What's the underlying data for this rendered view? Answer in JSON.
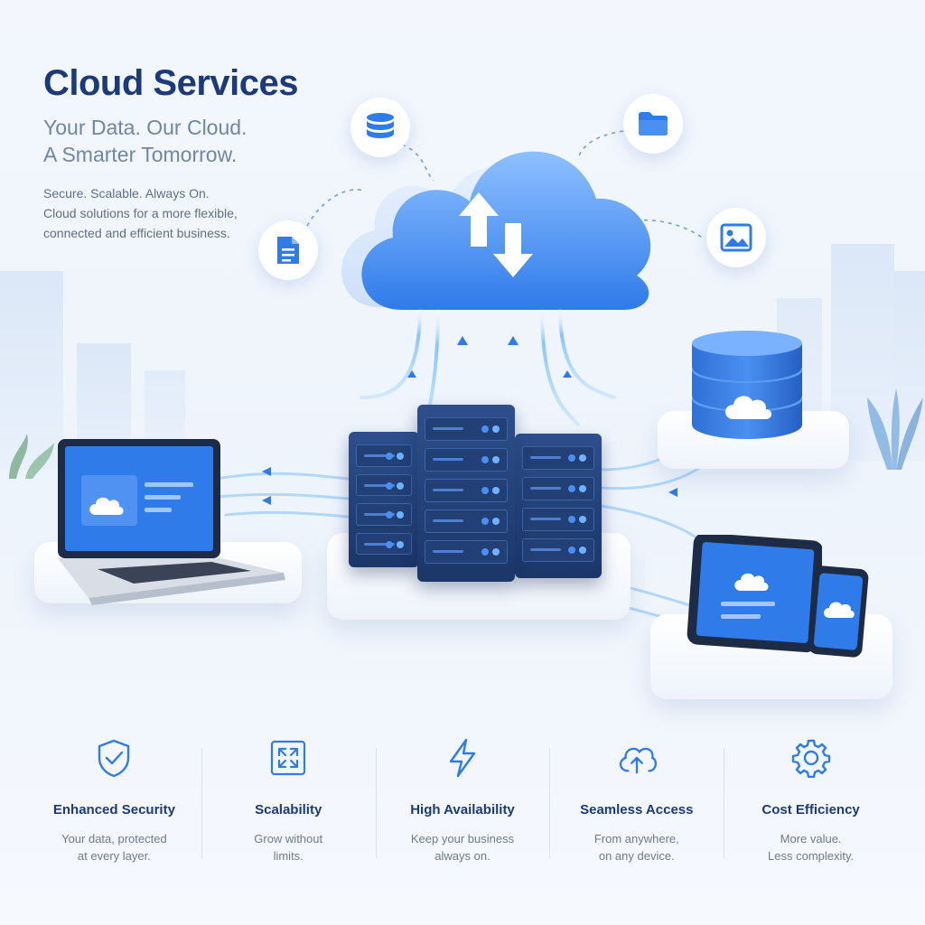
{
  "hero": {
    "title": "Cloud Services",
    "tagline_line1": "Your Data. Our Cloud.",
    "tagline_line2": "A Smarter Tomorrow.",
    "blurb_line1": "Secure. Scalable. Always On.",
    "blurb_line2": "Cloud solutions for a more flexible,",
    "blurb_line3": "connected and efficient business."
  },
  "colors": {
    "accent": "#2f7bea",
    "title": "#1c3a7a",
    "server": "#24447e"
  },
  "floating_icons": [
    "database-icon",
    "folder-icon",
    "document-icon",
    "image-icon"
  ],
  "features": [
    {
      "icon": "shield-check-icon",
      "title": "Enhanced Security",
      "desc1": "Your data, protected",
      "desc2": "at every layer."
    },
    {
      "icon": "expand-arrows-icon",
      "title": "Scalability",
      "desc1": "Grow without",
      "desc2": "limits."
    },
    {
      "icon": "lightning-icon",
      "title": "High Availability",
      "desc1": "Keep your business",
      "desc2": "always on."
    },
    {
      "icon": "cloud-upload-icon",
      "title": "Seamless Access",
      "desc1": "From anywhere,",
      "desc2": "on any device."
    },
    {
      "icon": "gear-icon",
      "title": "Cost Efficiency",
      "desc1": "More value.",
      "desc2": "Less complexity."
    }
  ]
}
